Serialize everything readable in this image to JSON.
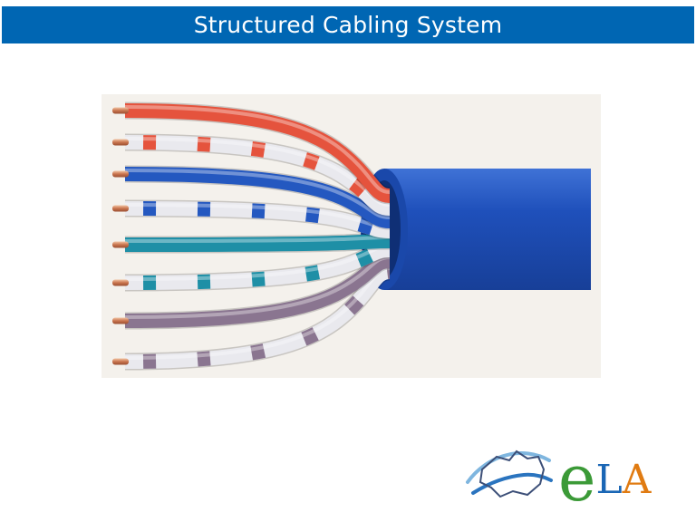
{
  "slide": {
    "title": "Structured Cabling System"
  },
  "figure": {
    "icon": "twisted-pair-cable-illustration",
    "jacket_color": "#1b4fb5",
    "pairs": [
      {
        "color": "#e5533d"
      },
      {
        "color": "#2458c0"
      },
      {
        "color": "#1e8fa6"
      },
      {
        "color": "#8a7590"
      }
    ]
  },
  "logo": {
    "e": "e",
    "l": "L",
    "a": "A",
    "colors": {
      "e": "#3b9a37",
      "l": "#1a66b5",
      "a": "#e07b12"
    }
  }
}
